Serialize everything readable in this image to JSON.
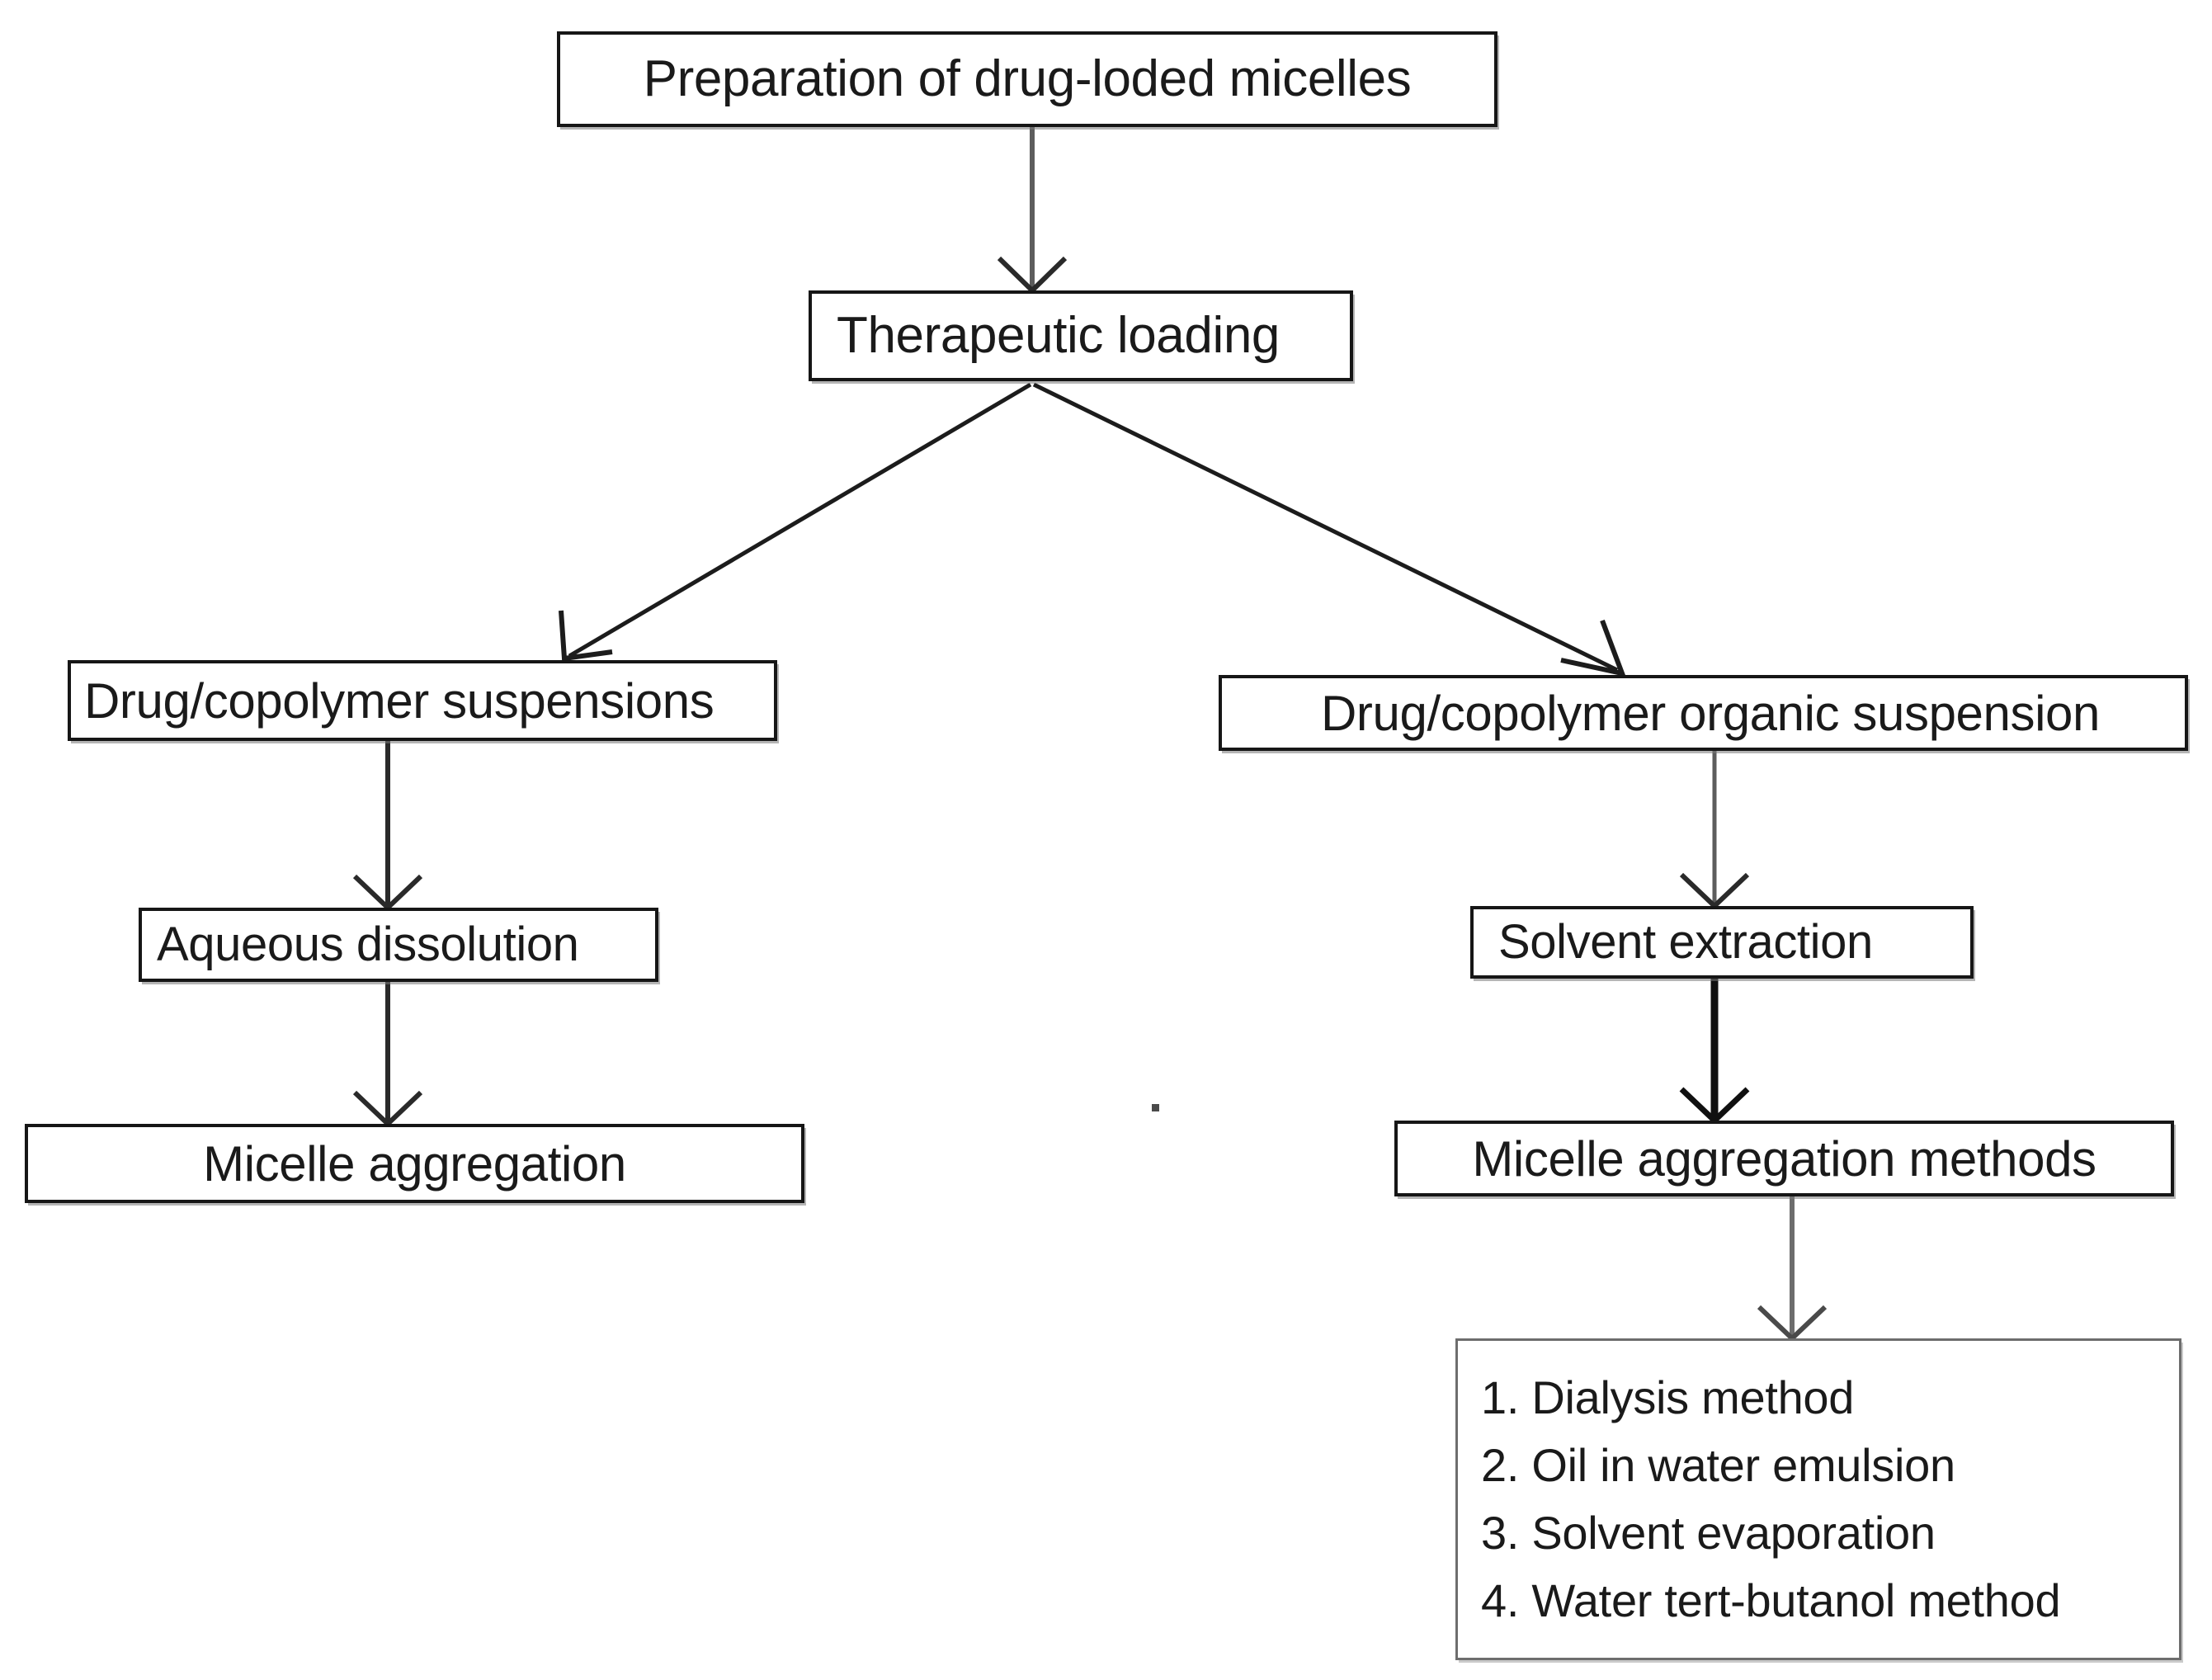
{
  "diagram": {
    "title_node": "Preparation of drug-loded micelles",
    "type": "flowchart",
    "orientation": "top-down",
    "background_color": "#ffffff",
    "text_color": "#1a1a1a",
    "border_color": "#161616",
    "nodes": [
      {
        "id": "prep",
        "label": "Preparation of drug-loded micelles",
        "level": 0
      },
      {
        "id": "thera",
        "label": "Therapeutic loading",
        "level": 1
      },
      {
        "id": "suspL",
        "label": "Drug/copolymer suspensions",
        "level": 2,
        "branch": "left"
      },
      {
        "id": "suspR",
        "label": "Drug/copolymer organic suspension",
        "level": 2,
        "branch": "right"
      },
      {
        "id": "aqueous",
        "label": "Aqueous dissolution",
        "level": 3,
        "branch": "left"
      },
      {
        "id": "solvent",
        "label": "Solvent extraction",
        "level": 3,
        "branch": "right"
      },
      {
        "id": "micelleL",
        "label": "Micelle aggregation",
        "level": 4,
        "branch": "left"
      },
      {
        "id": "micelleR",
        "label": "Micelle aggregation methods",
        "level": 4,
        "branch": "right"
      },
      {
        "id": "methods",
        "label": "",
        "level": 5,
        "branch": "right"
      }
    ],
    "methods_list": [
      "1. Dialysis method",
      "2. Oil in water emulsion",
      "3. Solvent evaporation",
      "4. Water tert-butanol method"
    ],
    "edges": [
      {
        "from": "prep",
        "to": "thera",
        "style": "straight-down"
      },
      {
        "from": "thera",
        "to": "suspL",
        "style": "diagonal-left"
      },
      {
        "from": "thera",
        "to": "suspR",
        "style": "diagonal-right"
      },
      {
        "from": "suspL",
        "to": "aqueous",
        "style": "straight-down"
      },
      {
        "from": "aqueous",
        "to": "micelleL",
        "style": "straight-down"
      },
      {
        "from": "suspR",
        "to": "solvent",
        "style": "straight-down"
      },
      {
        "from": "solvent",
        "to": "micelleR",
        "style": "straight-down-bold"
      },
      {
        "from": "micelleR",
        "to": "methods",
        "style": "straight-down"
      }
    ]
  }
}
